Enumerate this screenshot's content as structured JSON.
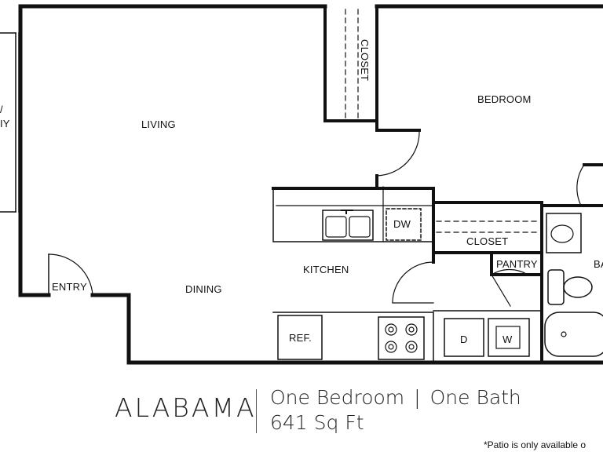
{
  "rooms": {
    "living": "LIVING",
    "bedroom": "BEDROOM",
    "closet_top": "CLOSET",
    "closet_mid": "CLOSET",
    "kitchen": "KITCHEN",
    "dining": "DINING",
    "entry": "ENTRY",
    "pantry": "PANTRY",
    "bath_partial": "BA",
    "patio_partial_1": "/",
    "patio_partial_2": "IY"
  },
  "appliances": {
    "dishwasher": "DW",
    "refrigerator": "REF.",
    "dryer": "D",
    "washer": "W"
  },
  "title": {
    "name": "ALABAMA",
    "bedrooms": "One Bedroom",
    "separator": "|",
    "baths": "One Bath",
    "area": "641 Sq Ft"
  },
  "footnote": "*Patio is only available o"
}
